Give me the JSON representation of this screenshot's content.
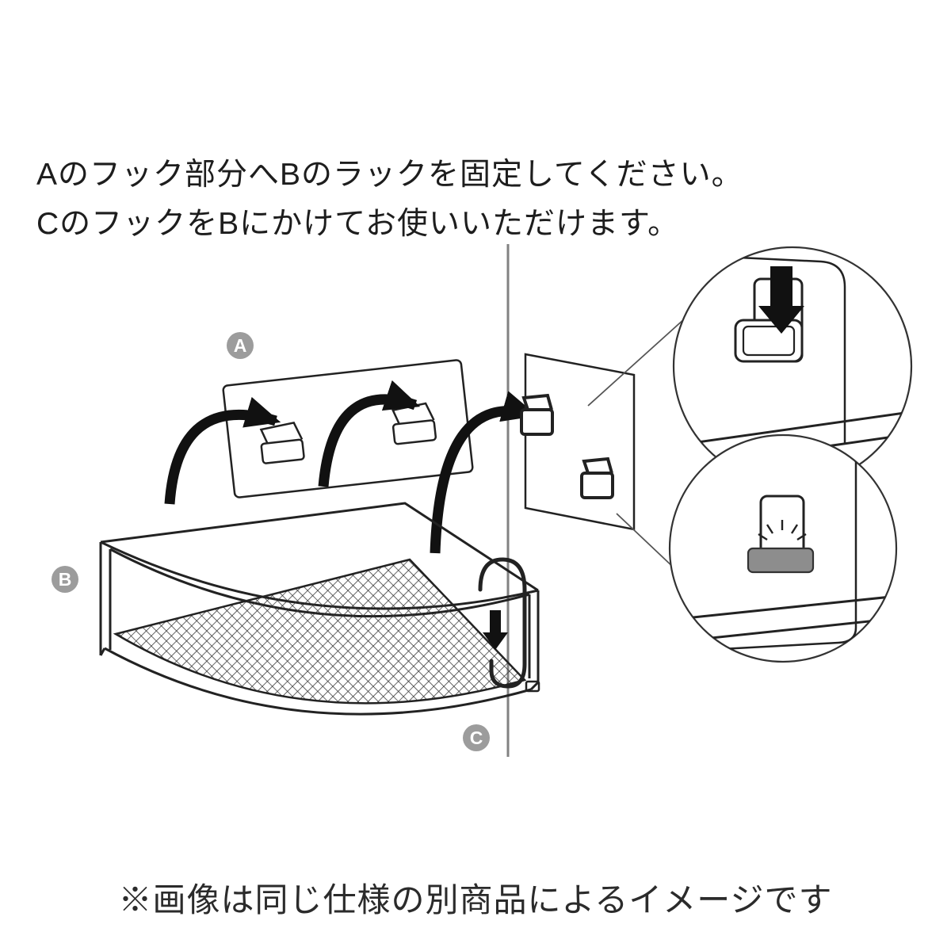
{
  "instructions": {
    "line1": "Aのフック部分へBのラックを固定してください。",
    "line2": "CのフックをBにかけてお使いいただけます。"
  },
  "diagram": {
    "labels": {
      "a": "A",
      "b": "B",
      "c": "C"
    },
    "colors": {
      "badge": "#9c9c9c",
      "line": "#222222",
      "wall": "#828282",
      "arrow": "#111111"
    }
  },
  "footer": {
    "note": "※画像は同じ仕様の別商品によるイメージです"
  }
}
